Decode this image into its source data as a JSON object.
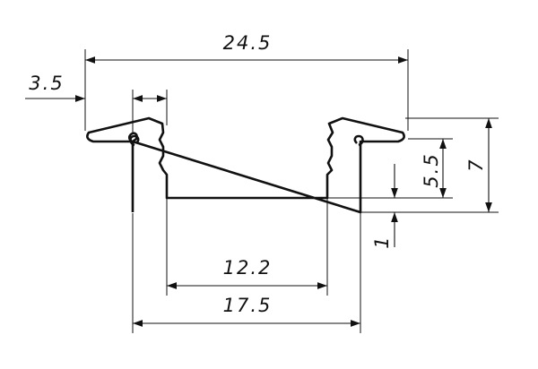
{
  "dimensions": {
    "overall_width": "24.5",
    "flange_width": "3.5",
    "inner_width": "12.2",
    "outer_width": "17.5",
    "inner_depth": "5.5",
    "overall_height": "7",
    "base_thickness": "1"
  },
  "colors": {
    "line": "#111111",
    "background": "#ffffff"
  }
}
